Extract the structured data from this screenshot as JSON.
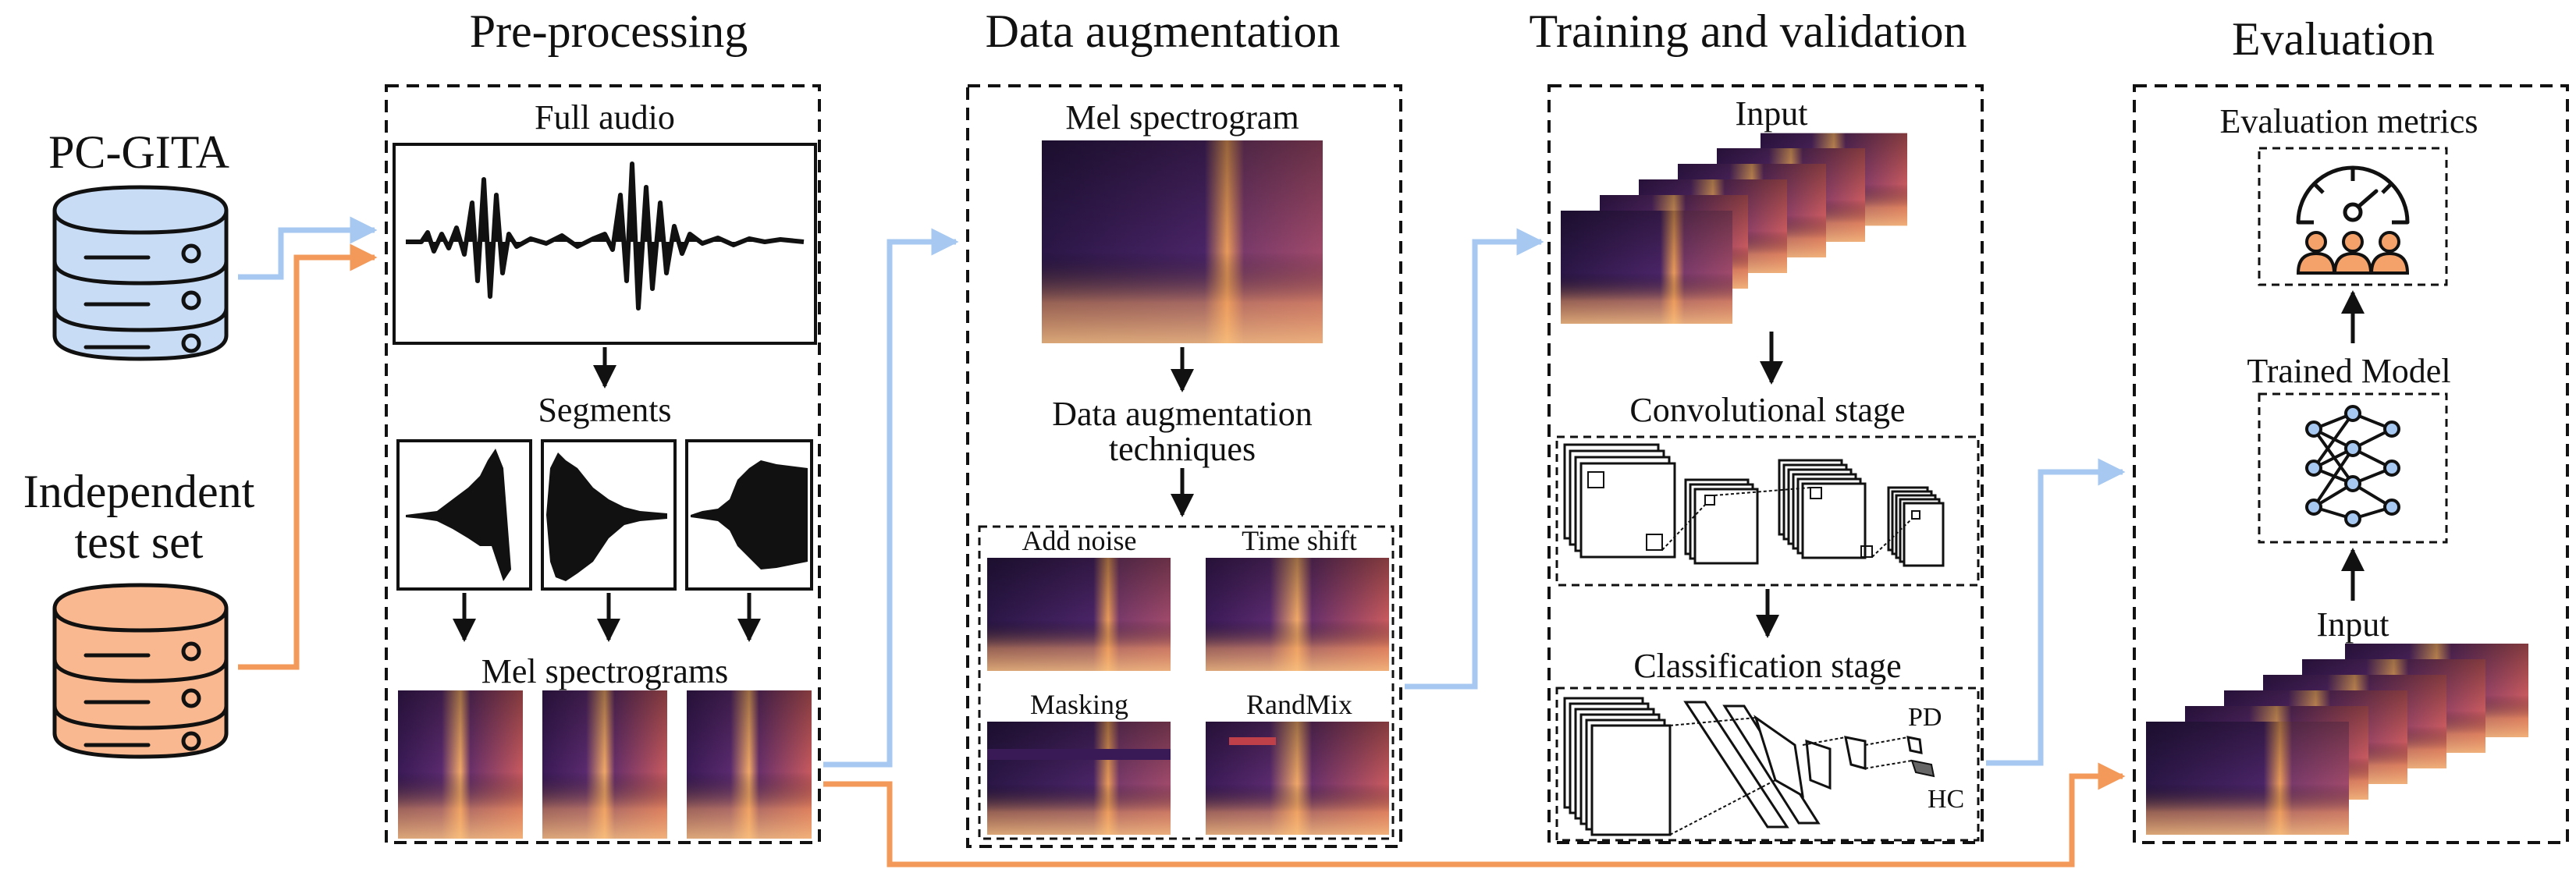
{
  "headers": {
    "preprocessing": "Pre-processing",
    "augmentation": "Data augmentation",
    "training": "Training and validation",
    "evaluation": "Evaluation"
  },
  "sources": {
    "pc_gita": "PC-GITA",
    "independent_line1": "Independent",
    "independent_line2": "test set"
  },
  "preprocessing": {
    "full_audio": "Full audio",
    "segments": "Segments",
    "mel_spectrograms": "Mel spectrograms"
  },
  "augmentation": {
    "mel_spectrogram": "Mel spectrogram",
    "techniques_line1": "Data augmentation",
    "techniques_line2": "techniques",
    "add_noise": "Add noise",
    "time_shift": "Time shift",
    "masking": "Masking",
    "randmix": "RandMix"
  },
  "training": {
    "input": "Input",
    "conv_stage": "Convolutional stage",
    "class_stage": "Classification stage",
    "pd": "PD",
    "hc": "HC"
  },
  "evaluation": {
    "metrics": "Evaluation metrics",
    "trained_model": "Trained Model",
    "input": "Input"
  },
  "colors": {
    "blue_db": "#c9dcf5",
    "orange_db": "#f9b88f",
    "blue_arrow": "#a7c8f0",
    "orange_arrow": "#f39a5a",
    "gauge_orange": "#f5a26a"
  }
}
